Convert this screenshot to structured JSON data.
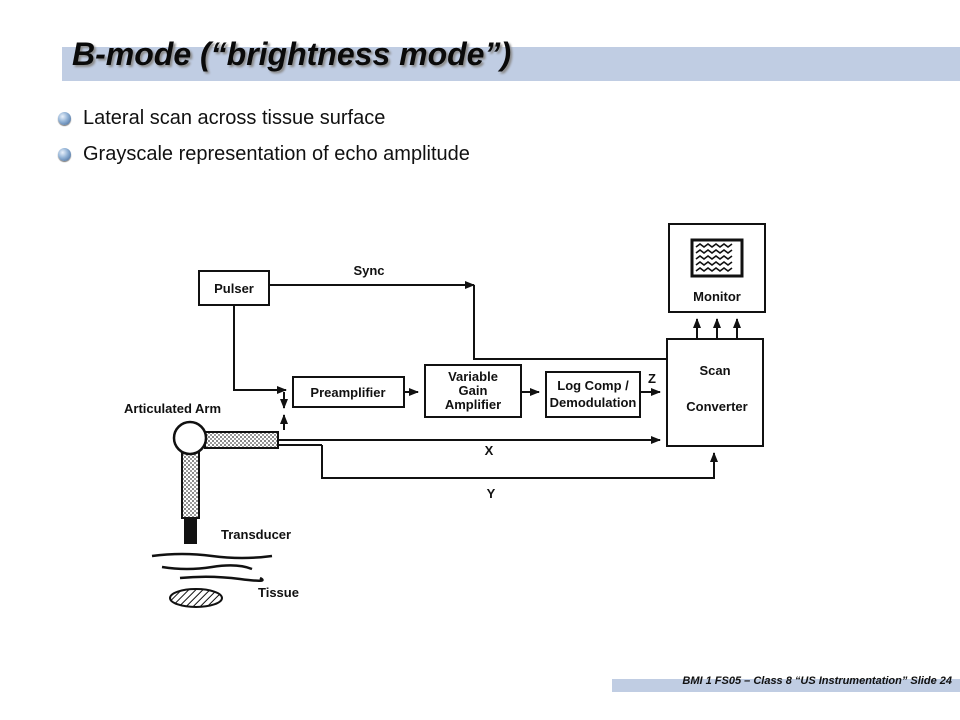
{
  "slide": {
    "title": "B-mode (“brightness mode”)",
    "bullets": [
      "Lateral scan across tissue surface",
      "Grayscale representation of echo amplitude"
    ],
    "footer": "BMI 1 FS05 – Class 8 “US Instrumentation” Slide 24"
  },
  "diagram": {
    "pulser": "Pulser",
    "sync": "Sync",
    "monitor": "Monitor",
    "scan": "Scan",
    "converter": "Converter",
    "preamplifier": "Preamplifier",
    "variable": "Variable",
    "gain": "Gain",
    "amplifier": "Amplifier",
    "log_comp": "Log Comp /",
    "demodulation": "Demodulation",
    "z": "Z",
    "x": "X",
    "y": "Y",
    "articulated_arm": "Articulated Arm",
    "transducer": "Transducer",
    "tissue": "Tissue"
  },
  "colors": {
    "accent_band": "#c0cde3"
  }
}
